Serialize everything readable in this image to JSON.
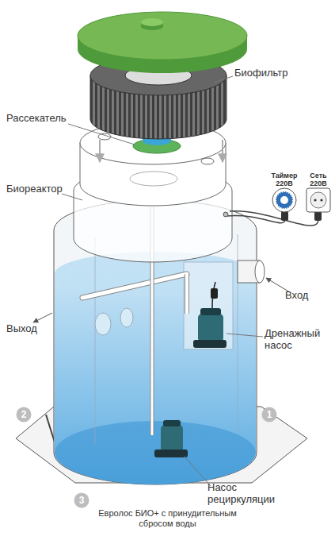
{
  "diagram": {
    "caption": "Евролос БИО+ с принудительным сбросом воды",
    "nodes": [
      {
        "text": [
          "Таймер 220В"
        ]
      },
      {
        "text": [
          "Сеть 220В"
        ]
      },
      {
        "text": [
          "1"
        ]
      },
      {
        "text": [
          "2"
        ]
      },
      {
        "text": [
          "3"
        ]
      }
    ],
    "labels": [
      "Биофильтр",
      "Рассекатель",
      "Биореактор",
      "Вход",
      "Выход",
      "Дренажный насос",
      "Насос рециркуляции"
    ]
  }
}
